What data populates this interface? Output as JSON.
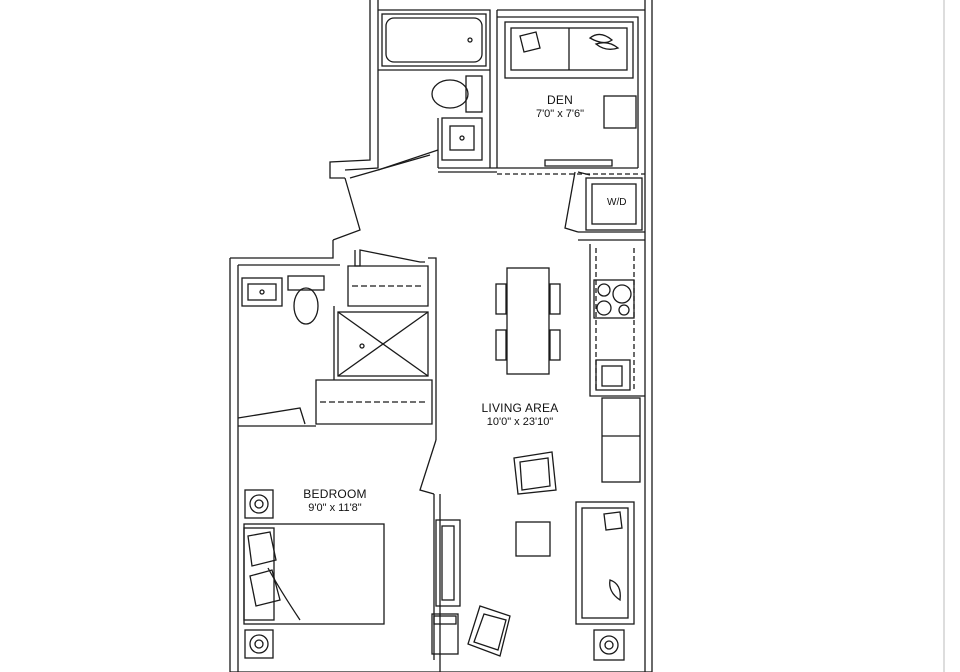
{
  "rooms": {
    "den": {
      "name": "DEN",
      "dimensions": "7'0\" x 7'6\""
    },
    "living": {
      "name": "LIVING AREA",
      "dimensions": "10'0\" x 23'10\""
    },
    "bedroom": {
      "name": "BEDROOM",
      "dimensions": "9'0\" x 11'8\""
    }
  },
  "appliances": {
    "washer_dryer": "W/D"
  },
  "colors": {
    "line": "#1a1a1a",
    "background": "#ffffff"
  }
}
